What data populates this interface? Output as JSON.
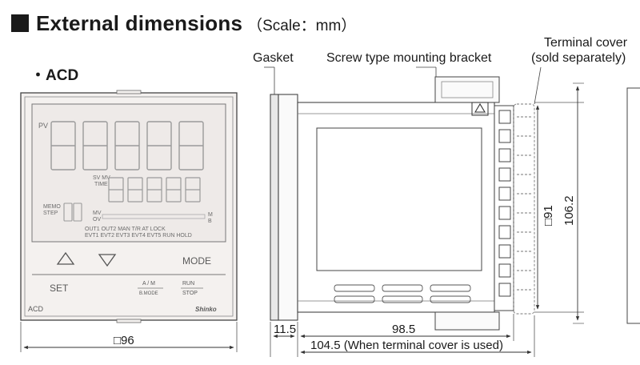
{
  "heading": {
    "title": "External dimensions",
    "scale": "（Scale：mm）"
  },
  "model_label": "・ACD",
  "callouts": {
    "gasket": "Gasket",
    "bracket": "Screw type mounting bracket",
    "terminal_cover_line1": "Terminal cover",
    "terminal_cover_line2": "(sold separately)"
  },
  "front_panel": {
    "lcd": {
      "pv": "PV",
      "sv_mv_time": [
        "SV MV",
        "TIME"
      ],
      "memo_step": [
        "MEMO",
        "STEP"
      ],
      "mv_ov": [
        "MV",
        "OV"
      ],
      "m_b": [
        "M",
        "B"
      ],
      "status_row1": "OUT1 OUT2          MAN  T/R  AT  LOCK",
      "status_row2": "EVT1 EVT2 EVT3 EVT4 EVT5        RUN HOLD"
    },
    "keys": {
      "mode": "MODE",
      "set": "SET",
      "am_top": "A / M",
      "am_bottom": "B.MODE",
      "run_top": "RUN",
      "run_bottom": "STOP"
    },
    "model": "ACD",
    "brand": "Shinko"
  },
  "dimensions": {
    "front_width": "□96",
    "gasket_depth": "11.5",
    "body_depth": "98.5",
    "total_depth": "104.5 (When terminal cover is used)",
    "panel_square": "□91",
    "height_with_cover": "106.2"
  },
  "colors": {
    "ink": "#1a1a1a",
    "line": "#444444",
    "panel_fill": "#f4f1ef",
    "lcd_fill": "#eeeae8"
  }
}
